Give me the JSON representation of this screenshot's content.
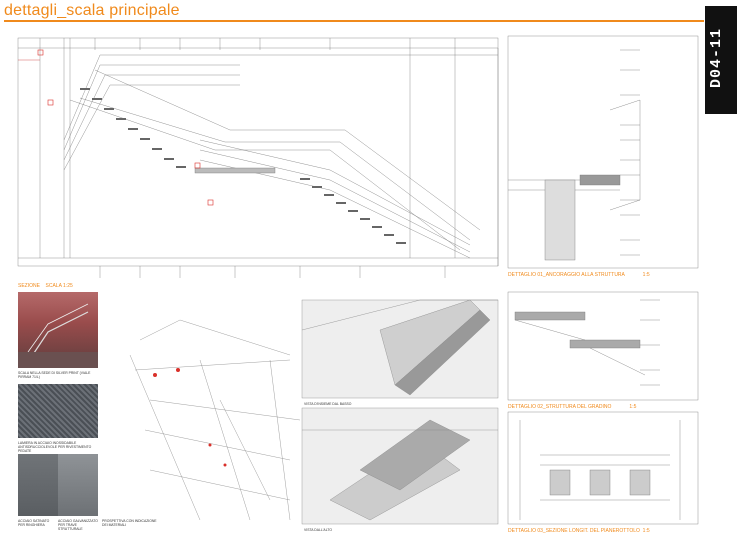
{
  "page": {
    "title": "dettagli_scala principale",
    "sheet_code": "D04-11"
  },
  "section_labels": {
    "sezione": "SEZIONE",
    "scala": "SCALA 1:25",
    "detail1": "DETTAGLIO 01_ANCORAGGIO ALLA STRUTTURA",
    "detail1_scale": "1:5",
    "detail2": "DETTAGLIO 02_STRUTTURA DEL GRADINO",
    "detail2_scale": "1:5",
    "detail3": "DETTAGLIO 03_SEZIONE LONGIT. DEL PIANEROTTOLO",
    "detail3_scale": "1:5"
  },
  "captions": {
    "photo1": "SCALA NELLA SEDE DI SILVER PRINT (VIALE PIRRAM 71/L)",
    "photo2": "LAMIERA IN ACCIAIO INOSSIDABILE ANTISDRUCCIOLEVOLE PER RIVESTIMENTO PEDATE",
    "photo3a": "ACCIAIO SATINATO PER RINGHIERA",
    "photo3b": "ACCIAIO GALVANIZZATO PER TRAVE STRUTTURALE",
    "perspective": "PROSPETTIVA CON INDICAZIONE DEI MATERIALI",
    "vista_basso": "VISTA D'INSIEME DAL BASSO",
    "vista_alto": "VISTA DALL'ALTO"
  },
  "colors": {
    "accent": "#f08a1c",
    "ink": "#555555",
    "red": "#d9302a"
  }
}
